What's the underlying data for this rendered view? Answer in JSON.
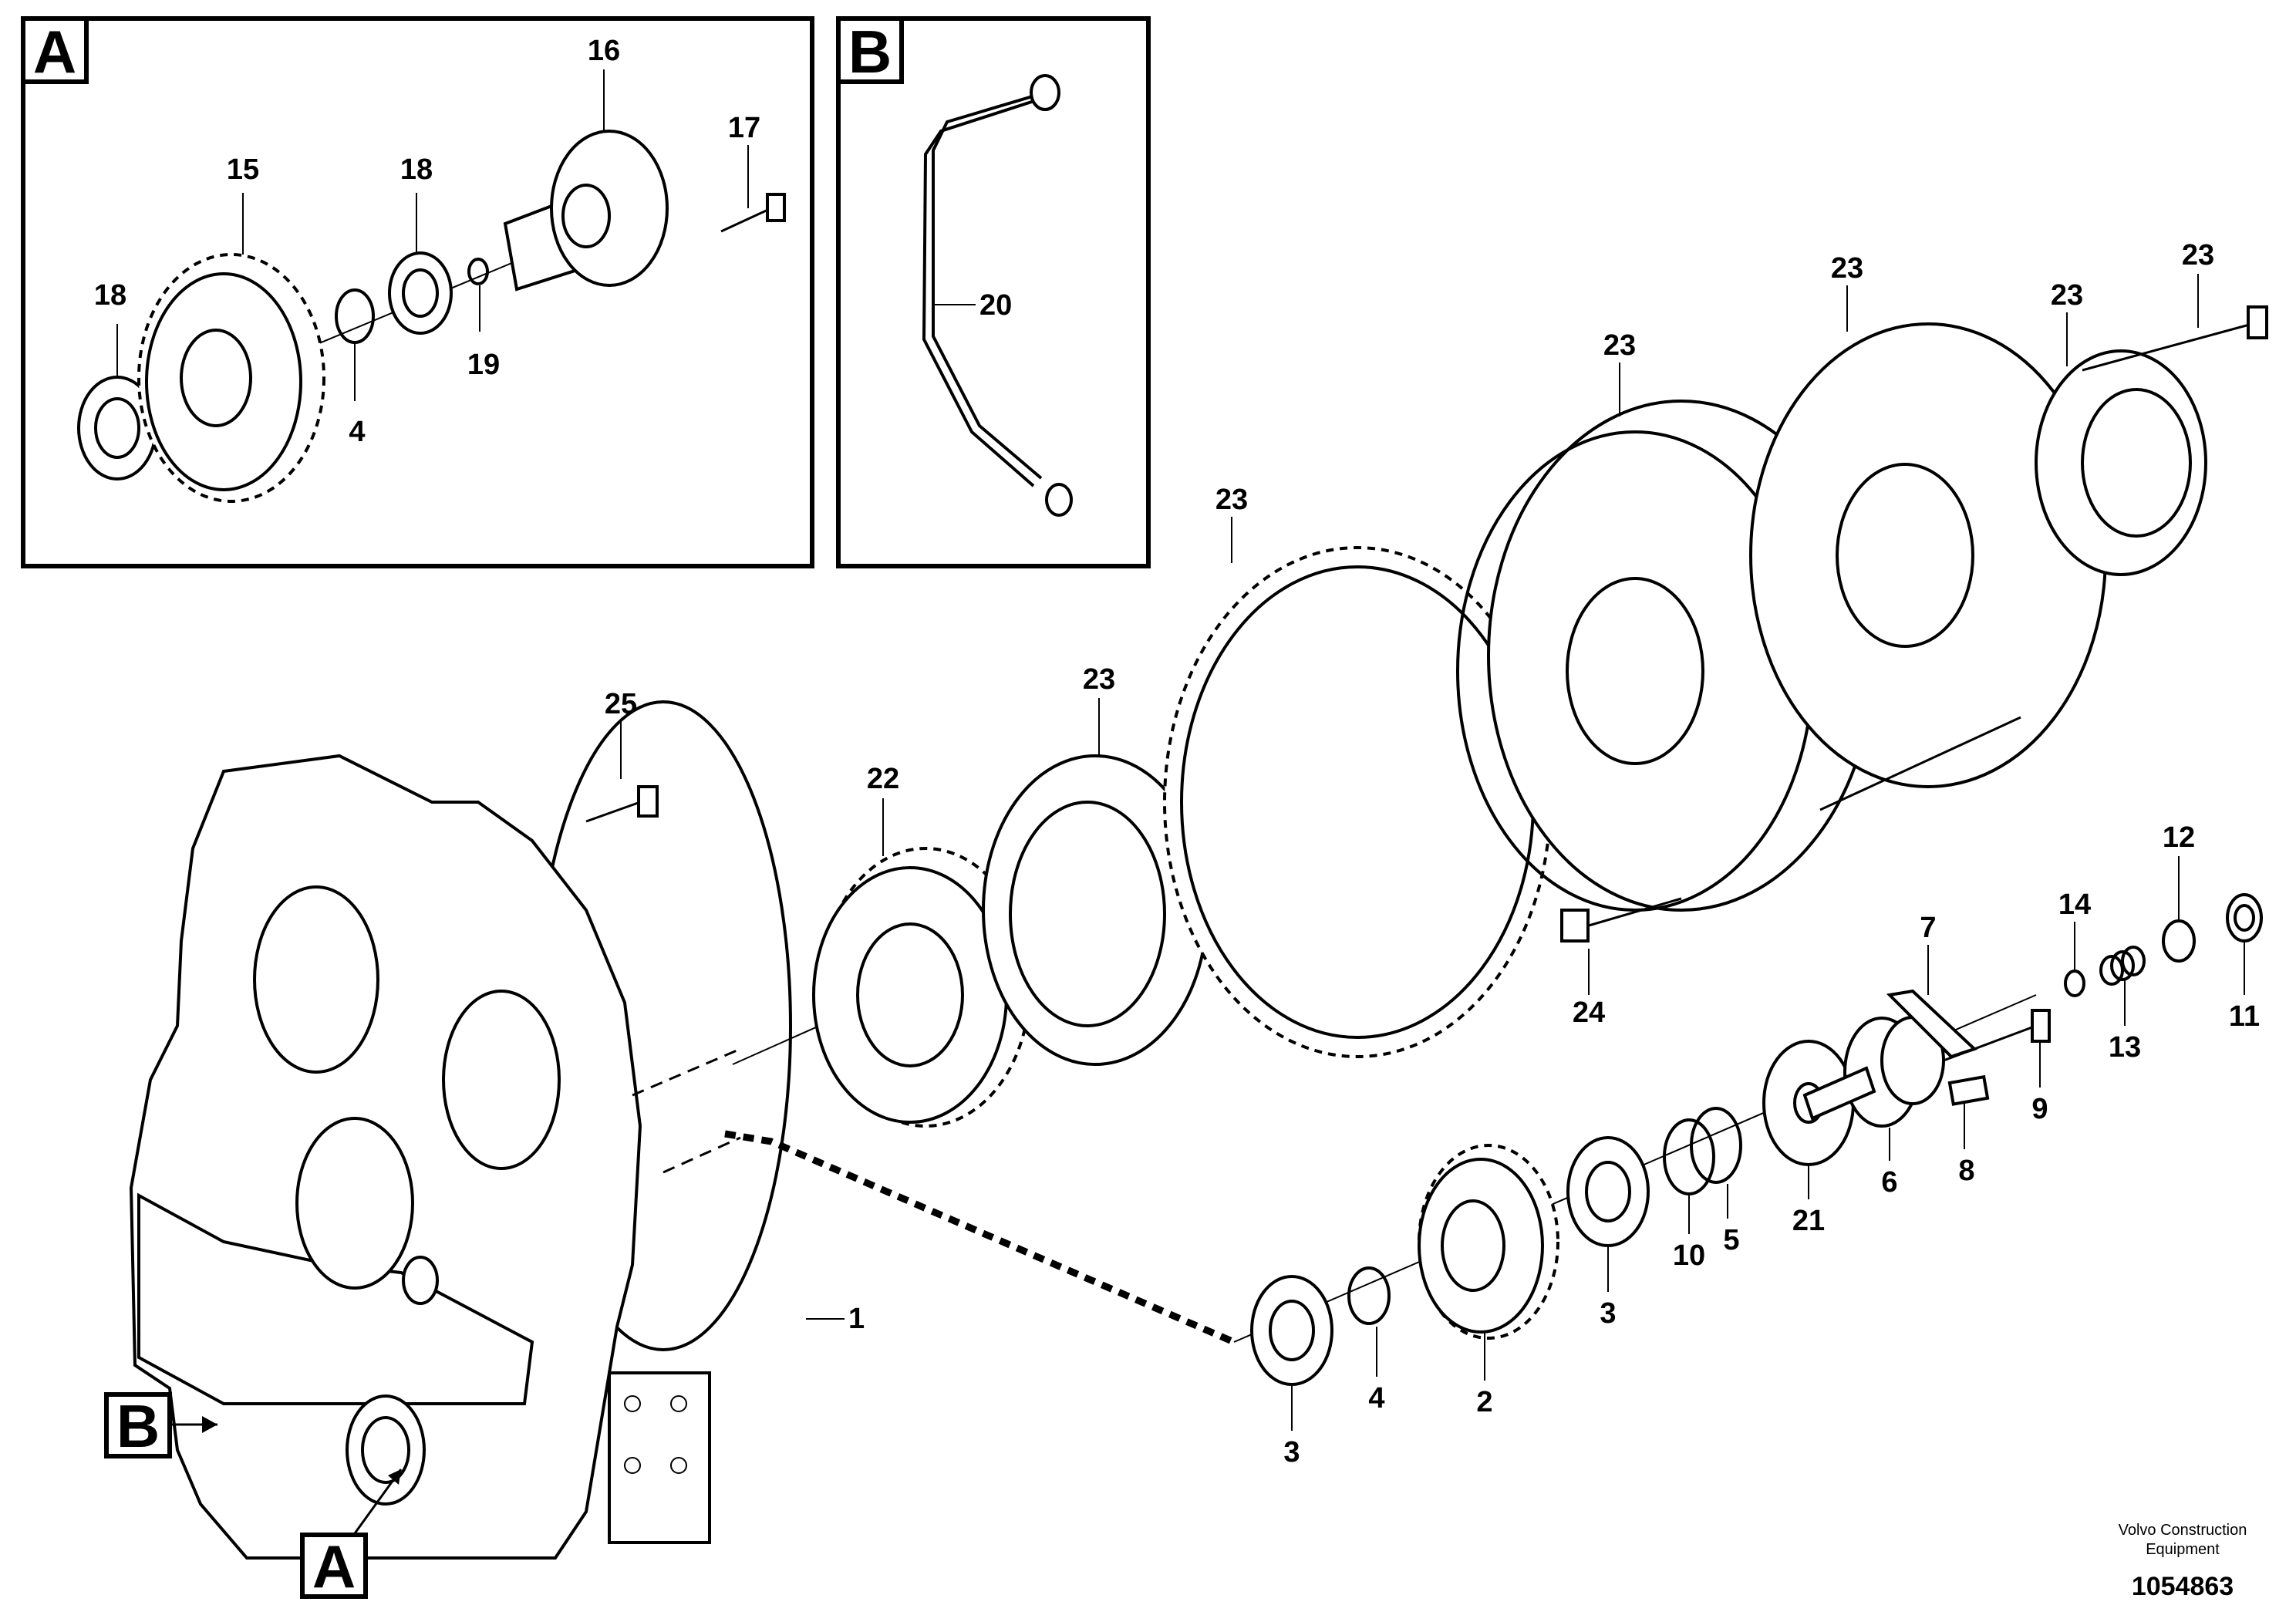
{
  "detail_views": {
    "a": {
      "title": "A"
    },
    "b": {
      "title": "B"
    }
  },
  "callouts": {
    "a": {
      "label": "A"
    },
    "b": {
      "label": "B"
    }
  },
  "part_labels": {
    "p1": "1",
    "p2": "2",
    "p3a": "3",
    "p3b": "3",
    "p4a": "4",
    "p4b": "4",
    "p5": "5",
    "p6": "6",
    "p7": "7",
    "p8": "8",
    "p9": "9",
    "p10": "10",
    "p11": "11",
    "p12": "12",
    "p13": "13",
    "p14": "14",
    "p15": "15",
    "p16": "16",
    "p17": "17",
    "p18a": "18",
    "p18b": "18",
    "p19": "19",
    "p20": "20",
    "p21": "21",
    "p22": "22",
    "p23a": "23",
    "p23b": "23",
    "p23c": "23",
    "p23d": "23",
    "p23e": "23",
    "p23f": "23",
    "p24": "24",
    "p25": "25"
  },
  "footer": {
    "brand_line1": "Volvo Construction",
    "brand_line2": "Equipment",
    "drawing_number": "1054863"
  }
}
